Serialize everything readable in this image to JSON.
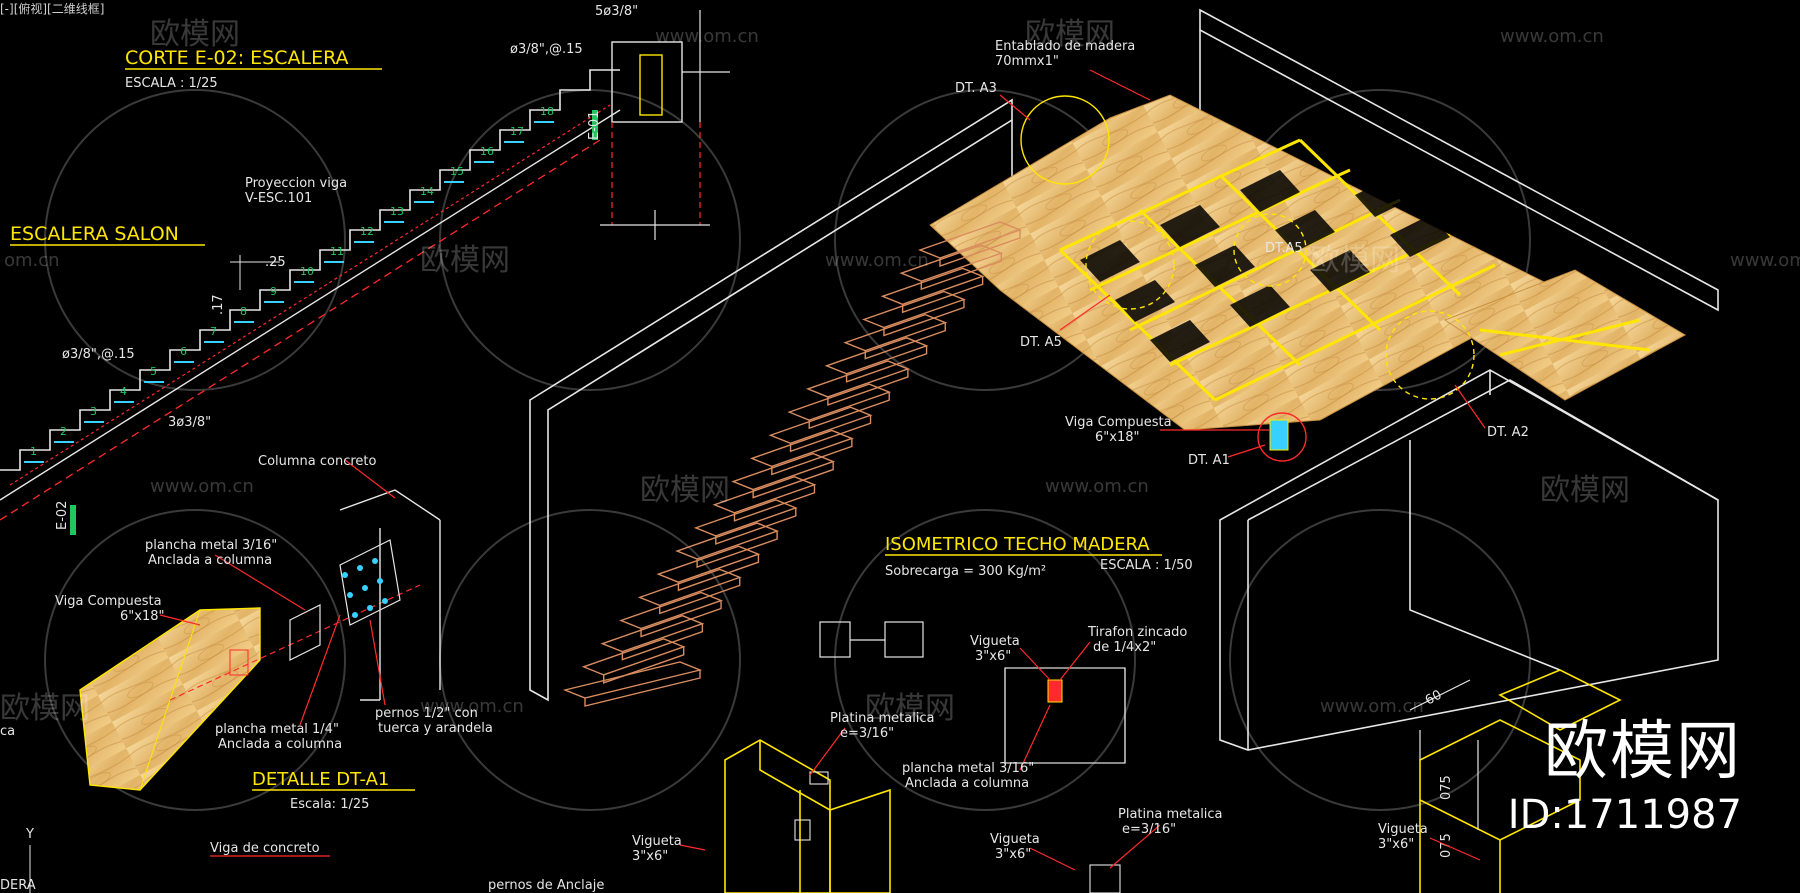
{
  "viewport_label": "[-][俯视][二维线框]",
  "titles": {
    "section": "CORTE E-02: ESCALERA",
    "section_scale": "ESCALA : 1/25",
    "stair": "ESCALERA SALON",
    "iso": "ISOMETRICO TECHO MADERA",
    "iso_load": "Sobrecarga = 300 Kg/m²",
    "iso_scale": "ESCALA : 1/50",
    "detail": "DETALLE DT-A1",
    "detail_scale": "Escala: 1/25"
  },
  "annotations": {
    "rebar_top": "5ø3/8\"",
    "rebar_spacing_top": "ø3/8\",@.15",
    "rebar_spacing_low": "ø3/8\",@.15",
    "rebar_three": "3ø3/8\"",
    "proy_viga_1": "Proyeccion viga",
    "proy_viga_2": "V-ESC.101",
    "dim_25": ".25",
    "dim_17": ".17",
    "e01": "E-01",
    "e02": "E-02",
    "entablado_1": "Entablado de madera",
    "entablado_2": "70mmx1\"",
    "dt_a3": "DT. A3",
    "dt_a5": "DT. A5",
    "dt_a5_inner": "DT.A5",
    "dt_a1": "DT. A1",
    "dt_a2": "DT. A2",
    "viga_comp_1": "Viga Compuesta",
    "viga_comp_2": "6\"x18\"",
    "columna": "Columna concreto",
    "plancha_316_1": "plancha metal 3/16\"",
    "plancha_316_2": "Anclada a columna",
    "viga_comp_left_1": "Viga Compuesta",
    "viga_comp_left_2": "6\"x18\"",
    "plancha_14_1": "plancha metal 1/4\"",
    "plancha_14_2": "Anclada a columna",
    "pernos_1": "pernos 1/2\" con",
    "pernos_2": "tuerca y arandela",
    "ca": "ca",
    "vigueta_1": "Vigueta",
    "vigueta_1b": "3\"x6\"",
    "tirafon_1": "Tirafon zincado",
    "tirafon_2": "de 1/4x2\"",
    "platina_1": "Platina metalica",
    "platina_1b": "e=3/16\"",
    "plancha_col_1": "plancha metal 3/16\"",
    "plancha_col_2": "Anclada a columna",
    "vigueta_2": "Vigueta",
    "vigueta_2b": "3\"x6\"",
    "vigueta_3": "Vigueta",
    "vigueta_3b": "3\"x6\"",
    "platina_2": "Platina metalica",
    "platina_2b": "e=3/16\"",
    "vigueta_4": "Vigueta",
    "vigueta_4b": "3\"x6\"",
    "viga_concreto": "Viga de concreto",
    "pernos_anclaje": "pernos de Anclaje",
    "dera": "DERA",
    "dim_60": "60",
    "dim_075": "075",
    "dim_075b": "075",
    "axis_y": "Y"
  },
  "step_numbers": [
    "1",
    "2",
    "3",
    "4",
    "5",
    "6",
    "7",
    "8",
    "9",
    "10",
    "11",
    "12",
    "13",
    "14",
    "15",
    "16",
    "17",
    "18"
  ],
  "watermark": {
    "site": "www.om.cn",
    "site_short": "om.cn",
    "brand": "欧模网",
    "id": "ID:1711987"
  },
  "colors": {
    "wood": "#e8c27a",
    "yellow": "#ffe600",
    "red": "#ff2a2a",
    "orange": "#d98c5f",
    "white": "#e6e6e6",
    "cyan": "#36d1ff",
    "green": "#22c55e"
  }
}
